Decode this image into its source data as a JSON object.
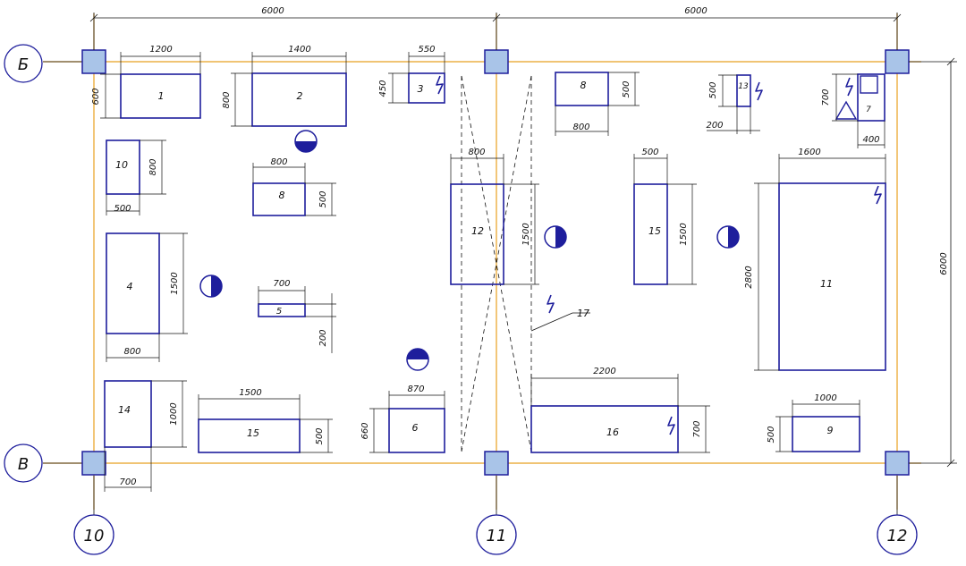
{
  "colors": {
    "equipment": "#1e1e9c",
    "axis": "#e8a020",
    "column_fill": "#a9c4e8",
    "dimension": "#111111",
    "bubble": "#1e1e9c"
  },
  "axes": {
    "horizontal": [
      "Б",
      "В"
    ],
    "vertical": [
      "10",
      "11",
      "12"
    ]
  },
  "dimensions": {
    "span_left": "6000",
    "span_right": "6000",
    "bay_height": "6000"
  },
  "equipment": [
    {
      "label": "1",
      "w": "1200",
      "h": "600"
    },
    {
      "label": "2",
      "w": "1400",
      "h": "800"
    },
    {
      "label": "3",
      "w": "550",
      "h": "450"
    },
    {
      "label": "8",
      "w": "800",
      "h": "500"
    },
    {
      "label": "13",
      "h": "500",
      "extra": "200"
    },
    {
      "label": "7",
      "h": "700",
      "w": "400"
    },
    {
      "label": "10",
      "w": "500",
      "h": "800"
    },
    {
      "label": "8",
      "w": "800",
      "h": "500"
    },
    {
      "label": "12",
      "w": "800",
      "h": "1500"
    },
    {
      "label": "15",
      "w": "500",
      "h": "1500"
    },
    {
      "label": "11",
      "w": "1600",
      "h": "2800"
    },
    {
      "label": "4",
      "w": "800",
      "h": "1500"
    },
    {
      "label": "5",
      "w": "700",
      "h": "200"
    },
    {
      "label": "14",
      "w": "700",
      "h": "1000"
    },
    {
      "label": "15",
      "w": "1500",
      "h": "500"
    },
    {
      "label": "6",
      "w": "870",
      "h": "660"
    },
    {
      "label": "16",
      "w": "2200",
      "h": "700"
    },
    {
      "label": "9",
      "w": "1000",
      "h": "500"
    }
  ],
  "callout": "17"
}
